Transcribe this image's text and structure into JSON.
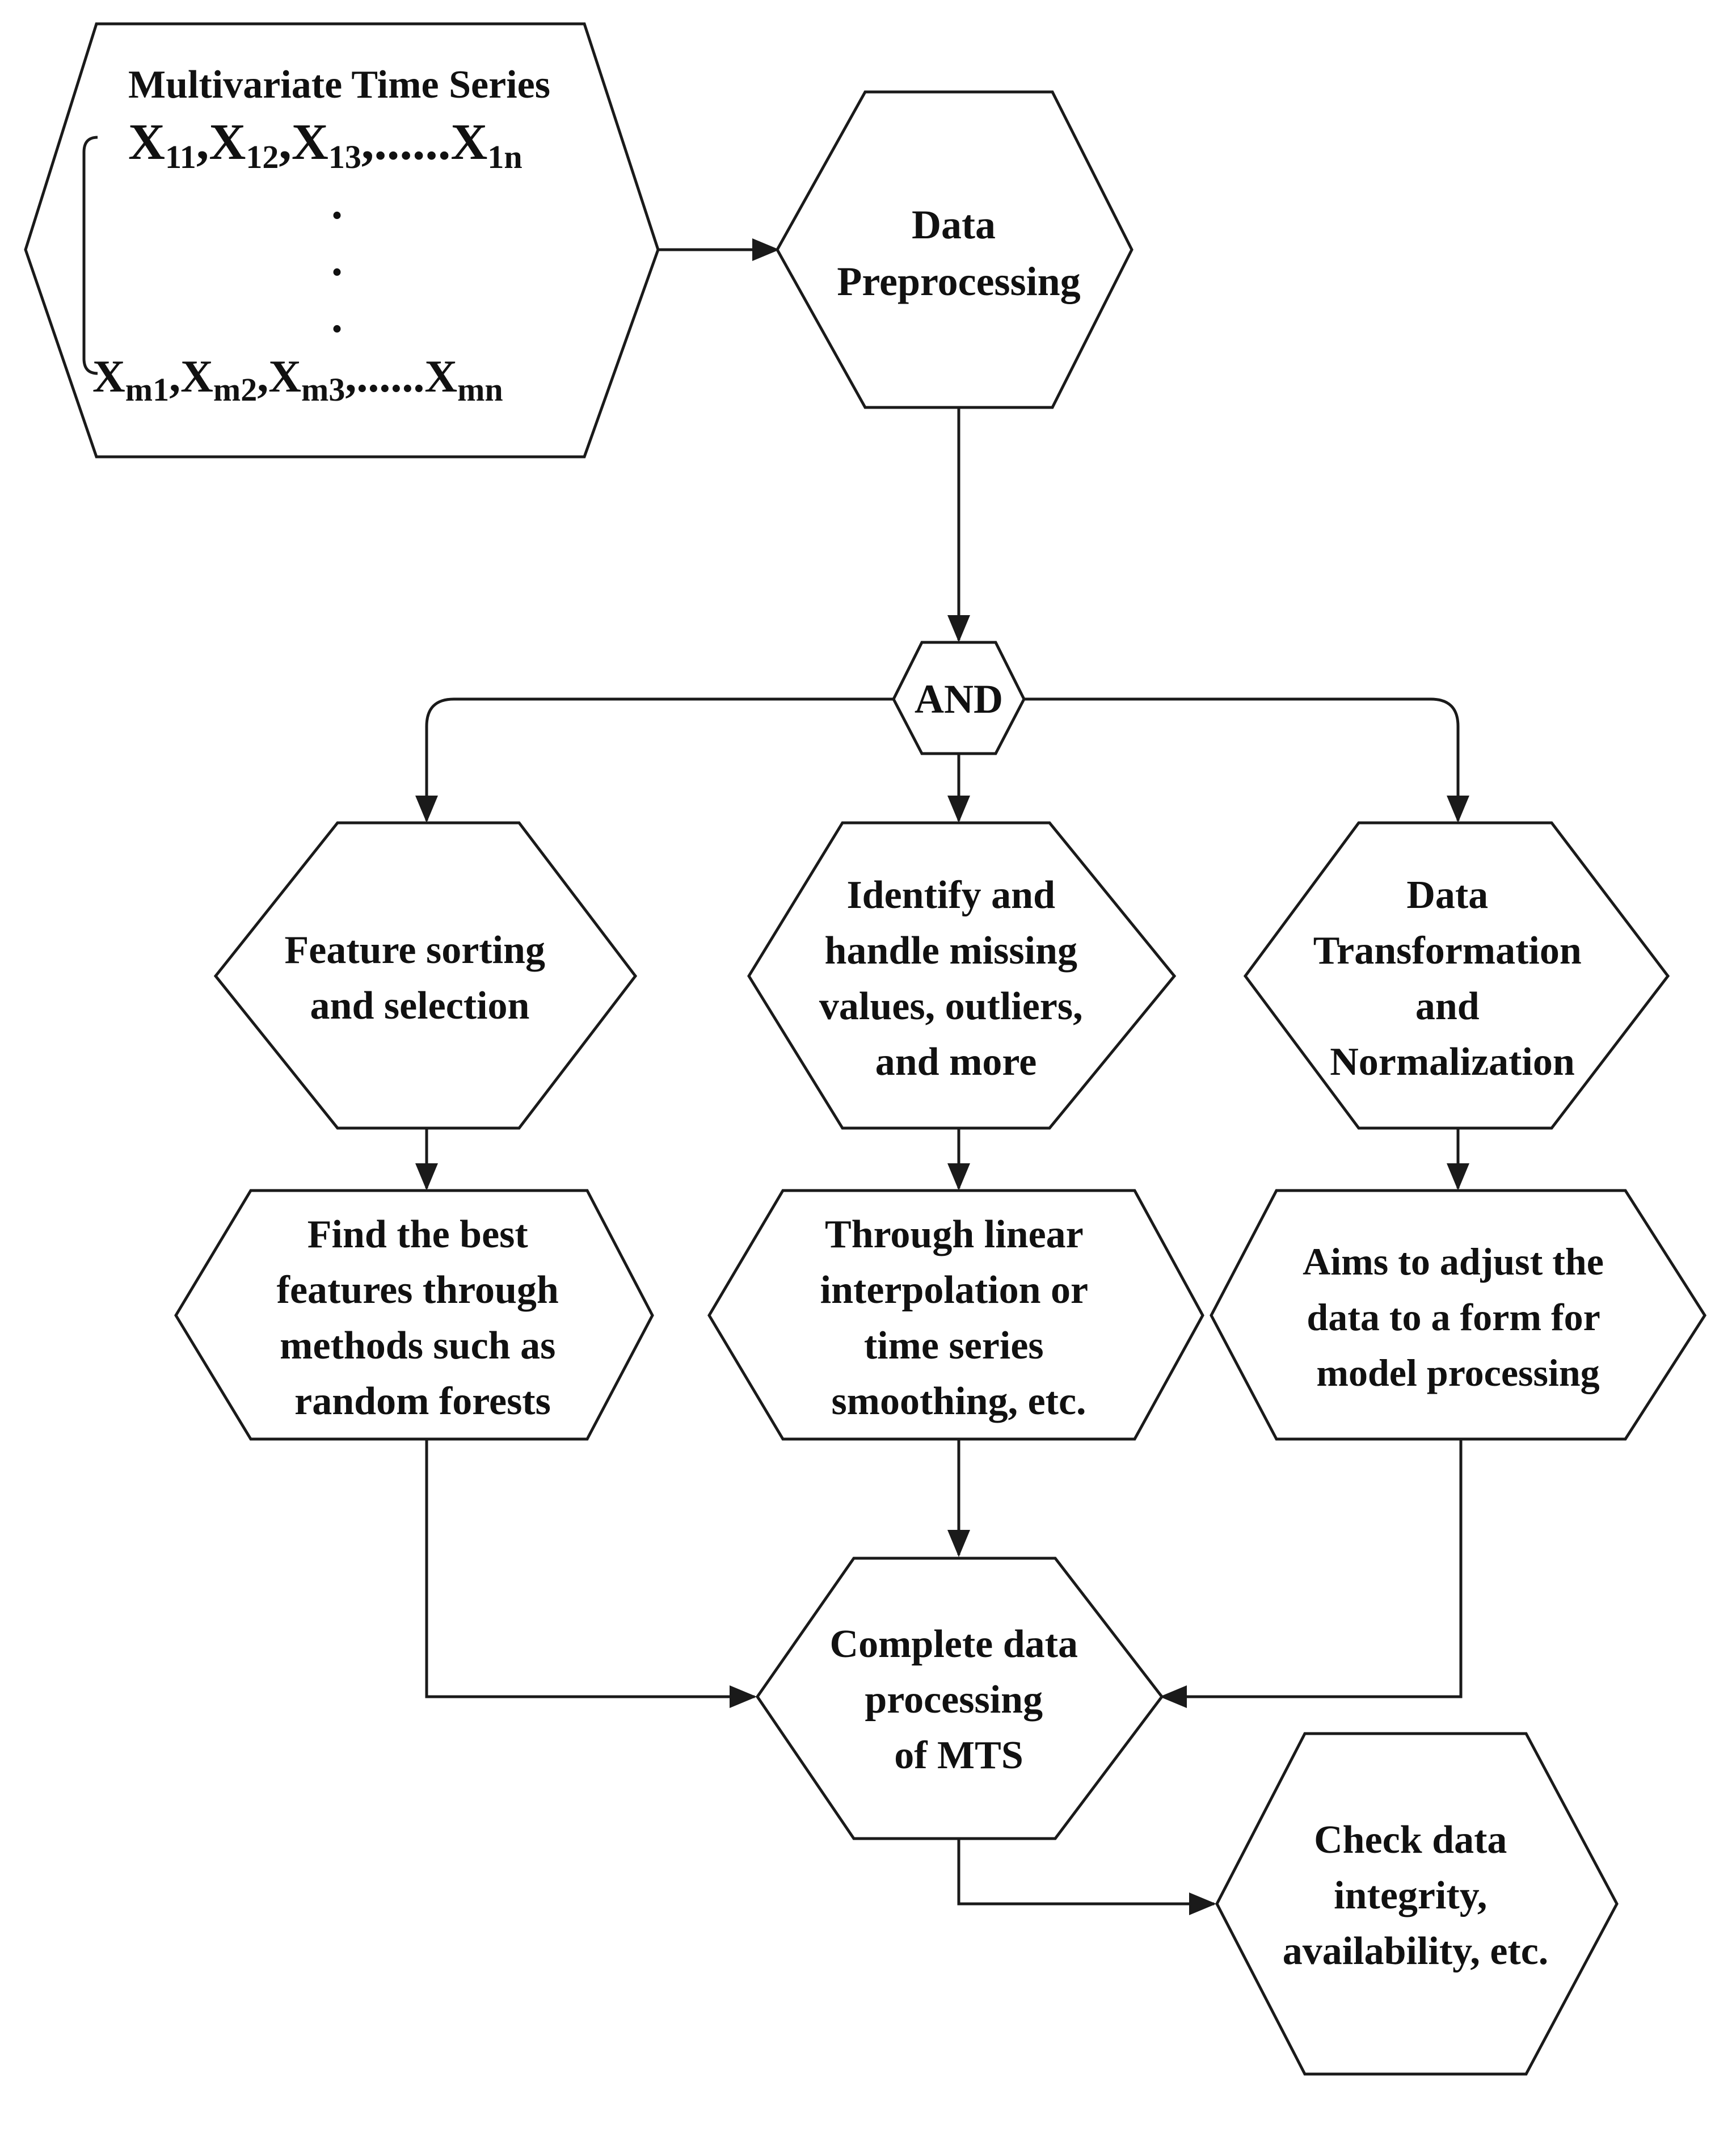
{
  "nodes": {
    "mts": {
      "title": "Multivariate Time Series",
      "row_first": {
        "var": "X",
        "subs": [
          "11",
          "12",
          "13"
        ],
        "sep": ",",
        "ellipsis": ",......",
        "last_sub": "1n"
      },
      "row_last": {
        "var": "X",
        "subs": [
          "m1",
          "m2",
          "m3"
        ],
        "sep": ",",
        "ellipsis": ",......",
        "last_sub": "mn"
      },
      "vertical_dots": ".",
      "icon": "left-bracket-icon"
    },
    "preprocessing": {
      "lines": [
        "Data",
        "Preprocessing"
      ]
    },
    "and_gate": {
      "label": "AND"
    },
    "feature_sorting": {
      "lines": [
        "Feature sorting",
        "and selection"
      ]
    },
    "identify_missing": {
      "lines": [
        "Identify and",
        "handle missing",
        "values, outliers,",
        "and more"
      ]
    },
    "transformation": {
      "lines": [
        "Data",
        "Transformation",
        "and",
        "Normalization"
      ]
    },
    "best_features": {
      "lines": [
        "Find the best",
        "features through",
        "methods such as",
        "random forests"
      ]
    },
    "interpolation": {
      "lines": [
        "Through linear",
        "interpolation or",
        "time series",
        "smoothing, etc."
      ]
    },
    "adjust_data": {
      "lines": [
        "Aims to adjust the",
        "data to a form for",
        "model processing"
      ]
    },
    "complete": {
      "lines": [
        "Complete data",
        "processing",
        "of MTS"
      ]
    },
    "check": {
      "lines": [
        "Check data",
        "integrity,",
        "availability, etc."
      ]
    }
  },
  "colors": {
    "stroke": "#1a1a1a",
    "fill": "#ffffff",
    "text": "#111111"
  },
  "arrow_icon": "arrowhead-icon"
}
